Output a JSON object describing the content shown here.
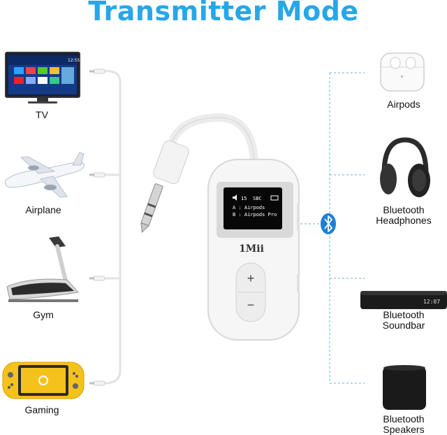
{
  "title": "Transmitter Mode",
  "sources": [
    {
      "label": "TV"
    },
    {
      "label": "Airplane"
    },
    {
      "label": "Gym"
    },
    {
      "label": "Gaming"
    }
  ],
  "receivers": [
    {
      "label": "Airpods"
    },
    {
      "label": "Bluetooth\nHeadphones"
    },
    {
      "label": "Bluetooth\nSoundbar"
    },
    {
      "label": "Bluetooth\nSpeakers"
    }
  ],
  "device": {
    "brand": "1Mii",
    "screen_line1_volume": "15",
    "screen_line1_codec": "SBC",
    "screen_line2": "A : Airpods",
    "screen_line3": "B : Airpods Pro",
    "plus_symbol": "+",
    "minus_symbol": "−"
  },
  "tv_clock": "12:55",
  "soundbar_display": "12:07",
  "colors": {
    "title": "#27a7e8",
    "bluetooth": "#1f7fd6",
    "dashed_line": "#9ec9e3"
  }
}
